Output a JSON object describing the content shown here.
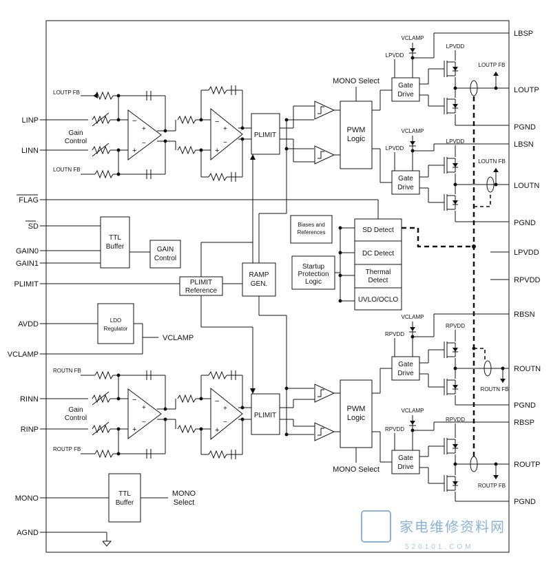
{
  "pins_left": {
    "linp": "LINP",
    "linn": "LINN",
    "flag": "FLAG",
    "sd": "SD",
    "gain0": "GAIN0",
    "gain1": "GAIN1",
    "plimit": "PLIMIT",
    "avdd": "AVDD",
    "vclamp": "VCLAMP",
    "rinn": "RINN",
    "rinp": "RINP",
    "mono": "MONO",
    "agnd": "AGND"
  },
  "pins_right": {
    "lbsp": "LBSP",
    "loutp": "LOUTP",
    "pgnd": "PGND",
    "lbsn": "LBSN",
    "loutn": "LOUTN",
    "lpvdd": "LPVDD",
    "rpvdd": "RPVDD",
    "rbsn": "RBSN",
    "routn": "ROUTN",
    "rbsp": "RBSP",
    "routp": "ROUTP"
  },
  "labels": {
    "loutp_fb": "LOUTP FB",
    "loutn_fb": "LOUTN FB",
    "routn_fb": "ROUTN FB",
    "routp_fb": "ROUTP FB",
    "gain_control_1": "Gain",
    "gain_control_2": "Control",
    "plimit": "PLIMIT",
    "mono_select": "MONO Select",
    "pwm_1": "PWM",
    "pwm_2": "Logic",
    "gate_1": "Gate",
    "gate_2": "Drive",
    "vclamp": "VCLAMP",
    "lpvdd": "LPVDD",
    "rpvdd": "RPVDD",
    "ttl_1": "TTL",
    "ttl_2": "Buffer",
    "gc_1": "GAIN",
    "gc_2": "Control",
    "plimit_ref_1": "PLIMIT",
    "plimit_ref_2": "Reference",
    "ramp_1": "RAMP",
    "ramp_2": "GEN.",
    "biases_1": "Biases and",
    "biases_2": "References",
    "startup_1": "Startup",
    "startup_2": "Protection",
    "startup_3": "Logic",
    "sd_detect": "SD Detect",
    "dc_detect": "DC Detect",
    "thermal_1": "Thermal",
    "thermal_2": "Detect",
    "uvlo": "UVLO/OCLO",
    "ldo_1": "LDO",
    "ldo_2": "Regulator",
    "mono_1": "MONO",
    "mono_2": "Select",
    "plus": "+",
    "minus": "−"
  },
  "watermark": {
    "cn": "家电维修资料网",
    "url": "520101.COM"
  }
}
